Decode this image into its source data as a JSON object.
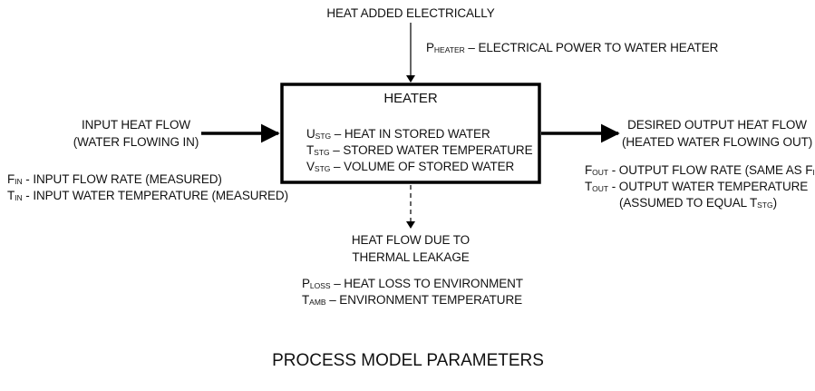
{
  "diagram": {
    "top": {
      "label": "HEAT ADDED ELECTRICALLY",
      "param": {
        "sym": "P",
        "sub": "HEATER",
        "desc": " – ELECTRICAL POWER TO WATER HEATER"
      }
    },
    "heater": {
      "title": "HEATER",
      "params": [
        {
          "sym": "U",
          "sub": "STG",
          "desc": " – HEAT IN STORED WATER"
        },
        {
          "sym": "T",
          "sub": "STG",
          "desc": " – STORED WATER TEMPERATURE"
        },
        {
          "sym": "V",
          "sub": "STG",
          "desc": " – VOLUME OF STORED WATER"
        }
      ]
    },
    "input": {
      "label_line1": "INPUT HEAT FLOW",
      "label_line2": "(WATER FLOWING IN)",
      "params": [
        {
          "sym": "F",
          "sub": "IN",
          "desc": " - INPUT FLOW RATE (MEASURED)"
        },
        {
          "sym": "T",
          "sub": "IN",
          "desc": " - INPUT WATER TEMPERATURE (MEASURED)"
        }
      ]
    },
    "output": {
      "label_line1": "DESIRED OUTPUT HEAT FLOW",
      "label_line2": "(HEATED WATER FLOWING OUT)",
      "params": [
        {
          "sym": "F",
          "sub": "OUT",
          "desc": " - OUTPUT FLOW RATE (SAME AS F",
          "tail_sub": "IN",
          "tail": ")"
        },
        {
          "sym": "T",
          "sub": "OUT",
          "desc": " - OUTPUT WATER TEMPERATURE"
        }
      ],
      "note_pre": "(ASSUMED TO EQUAL T",
      "note_sub": "STG",
      "note_post": ")"
    },
    "leakage": {
      "label_line1": "HEAT FLOW DUE TO",
      "label_line2": "THERMAL LEAKAGE",
      "params": [
        {
          "sym": "P",
          "sub": "LOSS",
          "desc": " – HEAT LOSS TO ENVIRONMENT"
        },
        {
          "sym": "T",
          "sub": "AMB",
          "desc": " – ENVIRONMENT TEMPERATURE"
        }
      ]
    },
    "caption": "PROCESS MODEL PARAMETERS",
    "colors": {
      "stroke": "#000000",
      "text": "#111111",
      "background": "#ffffff"
    }
  }
}
